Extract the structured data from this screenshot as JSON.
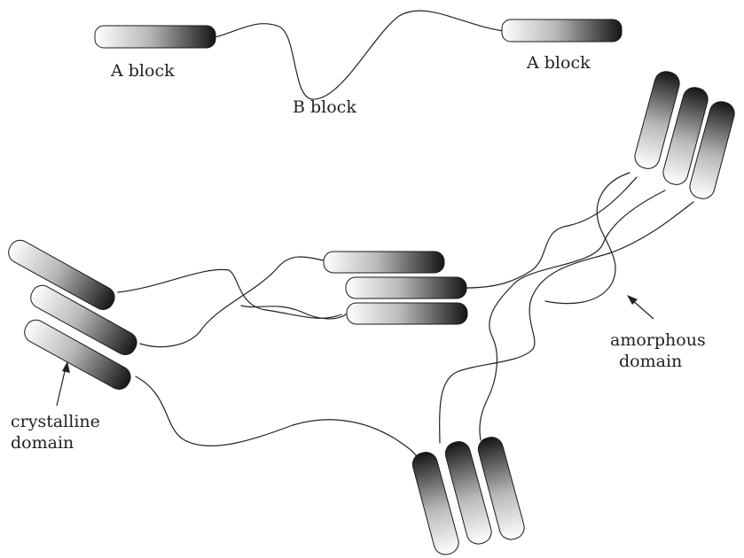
{
  "labels": {
    "a_block_left": "A block",
    "a_block_right": "A block",
    "b_block": "B block",
    "amorphous_line1": "amorphous",
    "amorphous_line2": "domain",
    "crystalline_line1": "crystalline",
    "crystalline_line2": "domain"
  },
  "colors": {
    "rod_light": "#ffffff",
    "rod_dark": "#1a1a1a",
    "chain": "#222222",
    "text": "#222222"
  }
}
